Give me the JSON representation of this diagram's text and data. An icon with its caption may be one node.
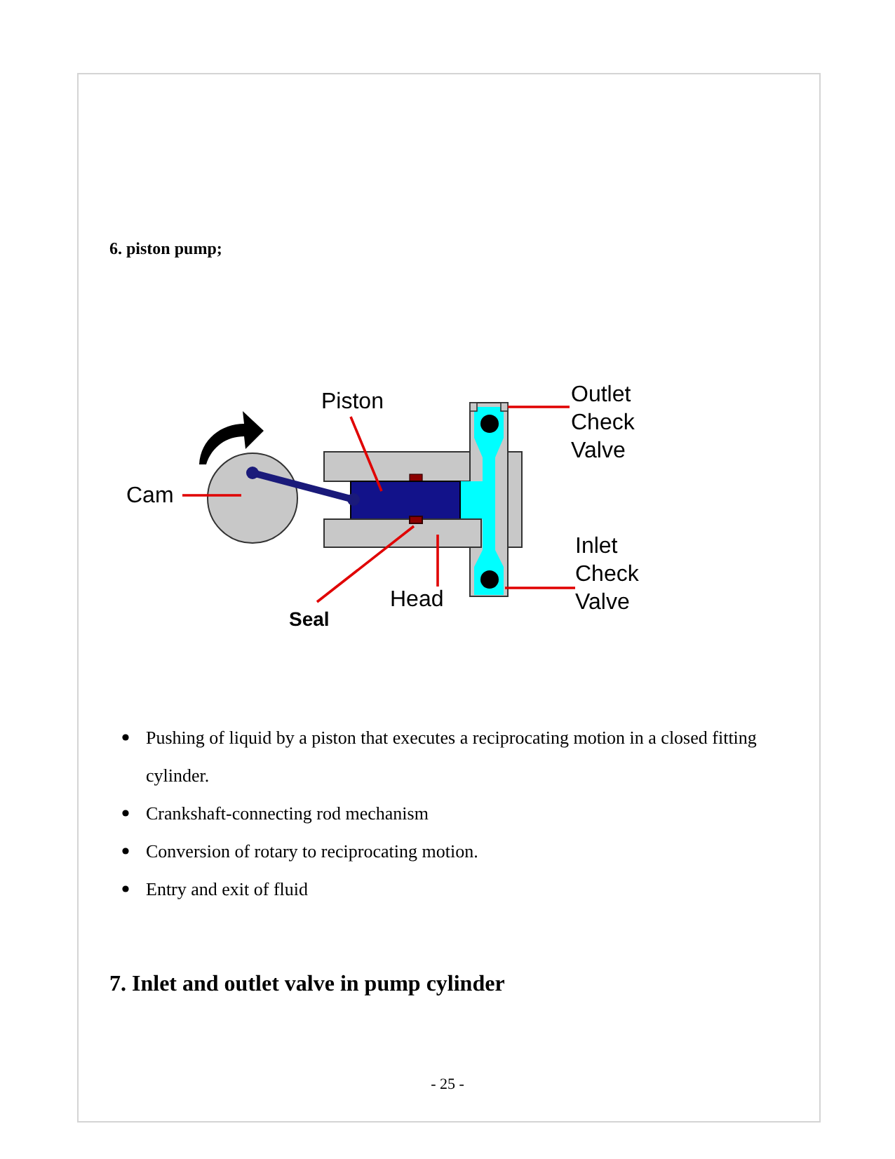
{
  "diagram": {
    "title": "6. piston pump;",
    "nodes": [
      {
        "text": [
          "Cam"
        ]
      },
      {
        "text": [],
        "shape": "circle"
      },
      {
        "text": [
          "Piston"
        ]
      },
      {
        "text": [],
        "shape": "box"
      },
      {
        "text": [
          "Seal"
        ]
      },
      {
        "text": [],
        "shape": "box"
      },
      {
        "text": [
          "Head"
        ]
      },
      {
        "text": [],
        "shape": "box"
      },
      {
        "text": [
          "Outlet Check Valve"
        ]
      },
      {
        "text": [],
        "shape": "circle"
      },
      {
        "text": [
          "Inlet Check Valve"
        ]
      },
      {
        "text": [],
        "shape": "circle"
      }
    ],
    "edges": [
      {
        "from": 1,
        "to": 3,
        "arrow": "other",
        "style": "thick",
        "color": "#1a1a7a"
      },
      {
        "from": 0,
        "to": 1,
        "arrow": "none"
      },
      {
        "from": 2,
        "to": 3,
        "arrow": "none"
      },
      {
        "from": 4,
        "to": 5,
        "arrow": "none"
      },
      {
        "from": 6,
        "to": 7,
        "arrow": "none"
      },
      {
        "from": 8,
        "to": 9,
        "arrow": "none"
      },
      {
        "from": 10,
        "to": 11,
        "arrow": "none"
      }
    ],
    "labels": [
      "Pushing of liquid by a piston that executes a reciprocating motion in a closed fitting cylinder.",
      "Crankshaft-connecting rod mechanism",
      "Conversion of rotary to reciprocating motion.",
      "Entry and exit of fluid",
      "7. Inlet and outlet valve in pump cylinder",
      "- 25 -"
    ]
  }
}
